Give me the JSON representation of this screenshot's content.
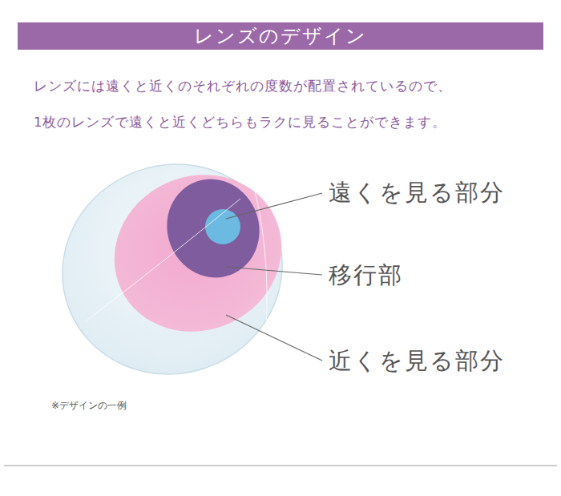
{
  "diagram": {
    "title": "レンズのデザイン",
    "labels": [
      "レンズには遠くと近くのそれぞれの度数が配置されているので、",
      "1枚のレンズで遠くと近くどちらもラクに見ることができます。",
      "遠くを見る部分",
      "移行部",
      "近くを見る部分",
      "※デザインの一例"
    ]
  }
}
